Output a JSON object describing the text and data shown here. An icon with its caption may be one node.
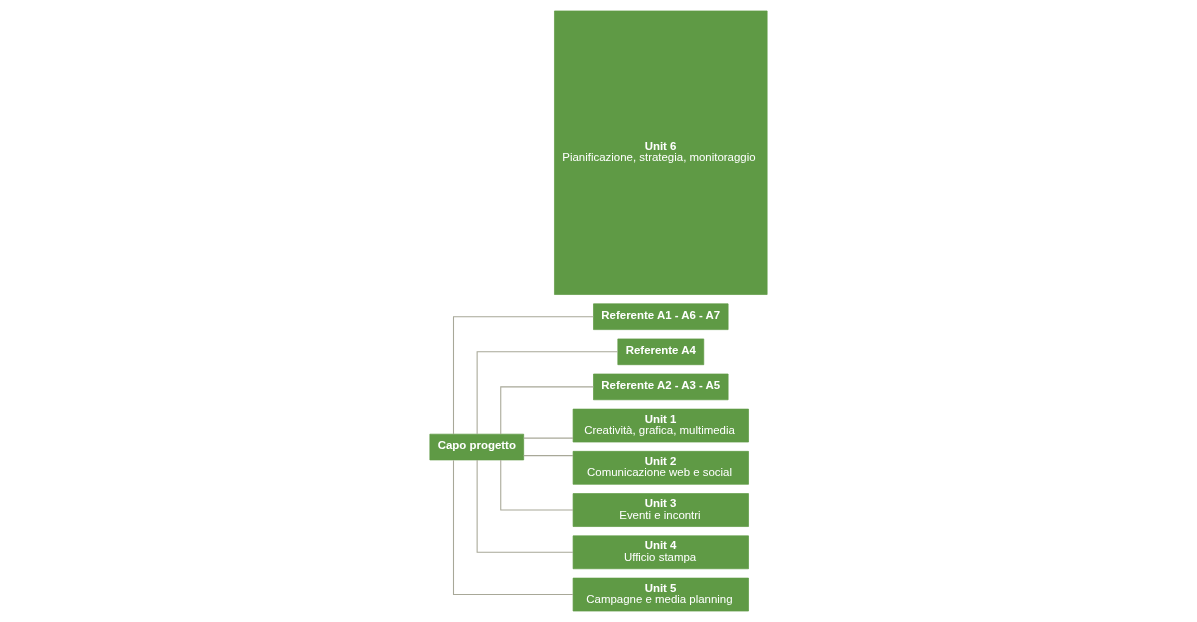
{
  "diagram": {
    "nodes": [
      {
        "text": [
          "Capo progetto"
        ]
      },
      {
        "text": [
          "Referente A1 - A6 - A7"
        ]
      },
      {
        "text": [
          "Referente A4"
        ]
      },
      {
        "text": [
          "Referente A2 - A3 - A5"
        ]
      },
      {
        "text": [
          "Unit 1",
          "Creatività, grafica, multimedia"
        ]
      },
      {
        "text": [
          "Unit 2",
          "Comunicazione web e social"
        ]
      },
      {
        "text": [
          "Unit 3",
          "Eventi e incontri"
        ]
      },
      {
        "text": [
          "Unit 4",
          "Ufficio stampa"
        ]
      },
      {
        "text": [
          "Unit 5",
          "Campagne e media planning"
        ]
      },
      {
        "text": [
          "Unit 6",
          "Pianificazione, strategia, monitoraggio"
        ]
      }
    ],
    "edges": [
      {
        "from": 0,
        "to": 1,
        "arrow": "none"
      },
      {
        "from": 0,
        "to": 2,
        "arrow": "none"
      },
      {
        "from": 0,
        "to": 3,
        "arrow": "none"
      },
      {
        "from": 0,
        "to": 4,
        "arrow": "none"
      },
      {
        "from": 0,
        "to": 5,
        "arrow": "none"
      },
      {
        "from": 0,
        "to": 6,
        "arrow": "none"
      },
      {
        "from": 0,
        "to": 7,
        "arrow": "none"
      },
      {
        "from": 0,
        "to": 8,
        "arrow": "none"
      }
    ]
  }
}
